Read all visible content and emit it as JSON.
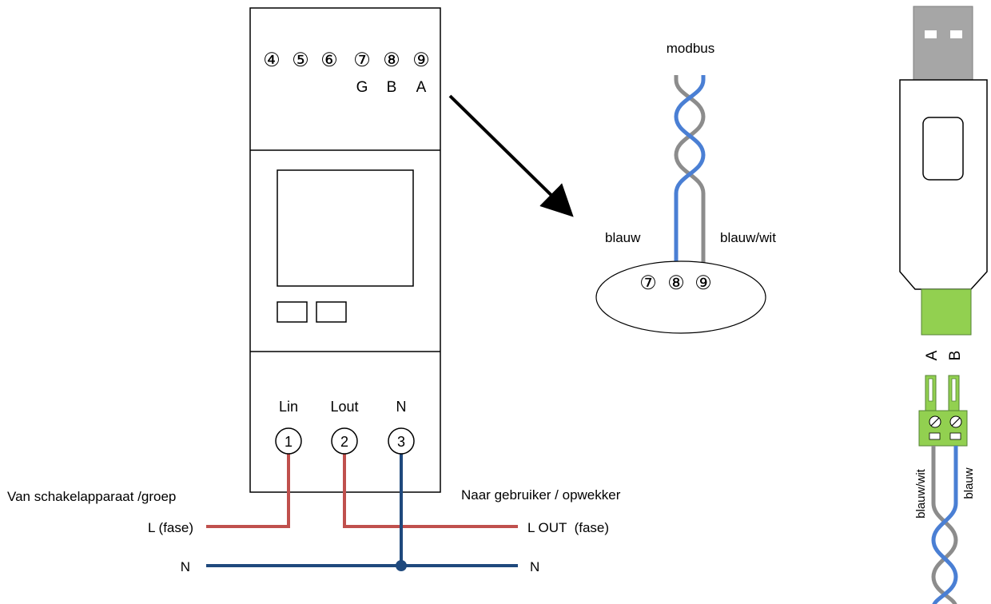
{
  "meter": {
    "top_terminals": [
      "④",
      "⑤",
      "⑥",
      "⑦",
      "⑧",
      "⑨"
    ],
    "top_letters": [
      "G",
      "B",
      "A"
    ],
    "bottom_labels": [
      "Lin",
      "Lout",
      "N"
    ],
    "bottom_terminals": [
      "1",
      "2",
      "3"
    ]
  },
  "wiring": {
    "source_label": "Van schakelapparaat /groep",
    "l_in_label": "L (fase)",
    "n_in_label": "N",
    "dest_label": "Naar gebruiker / opwekker",
    "l_out_label": "L OUT  (fase)",
    "n_out_label": "N"
  },
  "modbus": {
    "title": "modbus",
    "left_wire": "blauw",
    "right_wire": "blauw/wit",
    "terminals": [
      "⑦",
      "⑧",
      "⑨"
    ]
  },
  "usb_adapter": {
    "pin_a": "A",
    "pin_b": "B",
    "left_wire": "blauw/wit",
    "right_wire": "blauw"
  },
  "colors": {
    "phase_wire": "#c0504d",
    "neutral_wire": "#1f497d",
    "modbus_blue": "#4a7fd4",
    "modbus_gray": "#8c8c8c",
    "connector_green": "#92d050",
    "usb_plug_gray": "#a6a6a6"
  }
}
